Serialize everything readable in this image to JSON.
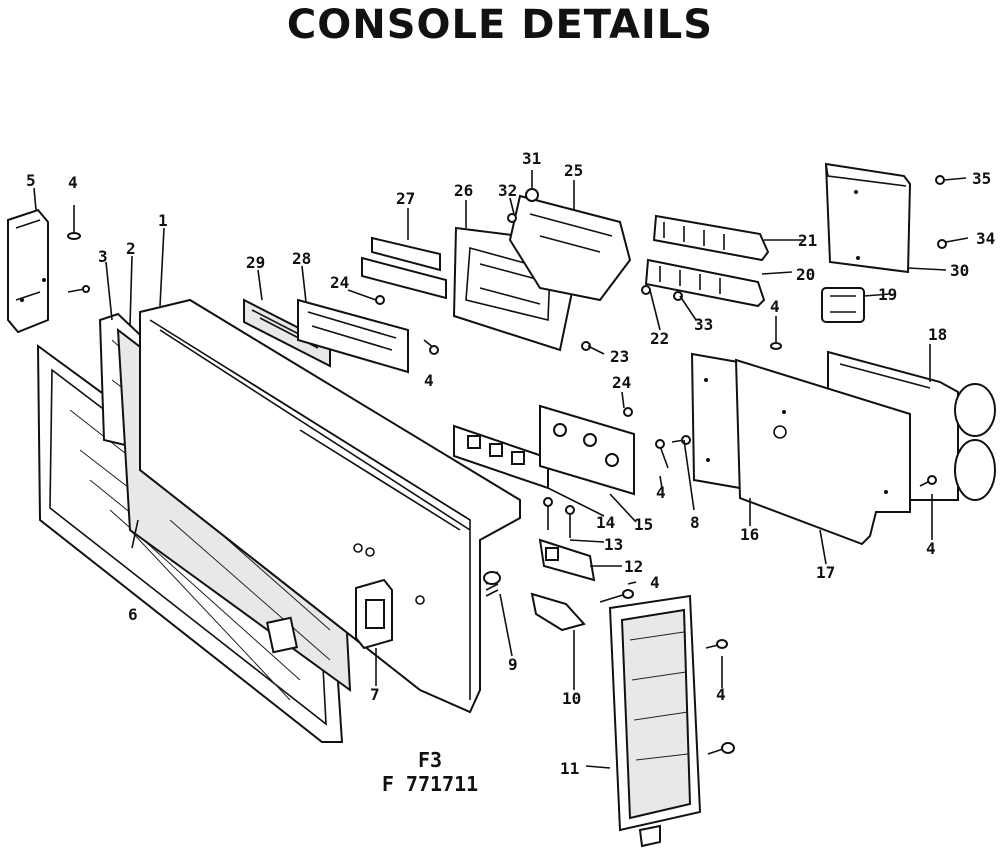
{
  "title": "CONSOLE DETAILS",
  "figure": {
    "line1": "F3",
    "line2": "F 771711"
  },
  "callouts": [
    "5",
    "4",
    "3",
    "2",
    "1",
    "29",
    "28",
    "27",
    "24",
    "26",
    "32",
    "31",
    "25",
    "21",
    "20",
    "19",
    "30",
    "34",
    "35",
    "4",
    "22",
    "33",
    "23",
    "4",
    "18",
    "24",
    "6",
    "14",
    "15",
    "8",
    "4",
    "16",
    "17",
    "4",
    "13",
    "12",
    "4",
    "9",
    "7",
    "10",
    "4",
    "11"
  ],
  "colors": {
    "ink": "#111111",
    "paper": "#ffffff"
  }
}
